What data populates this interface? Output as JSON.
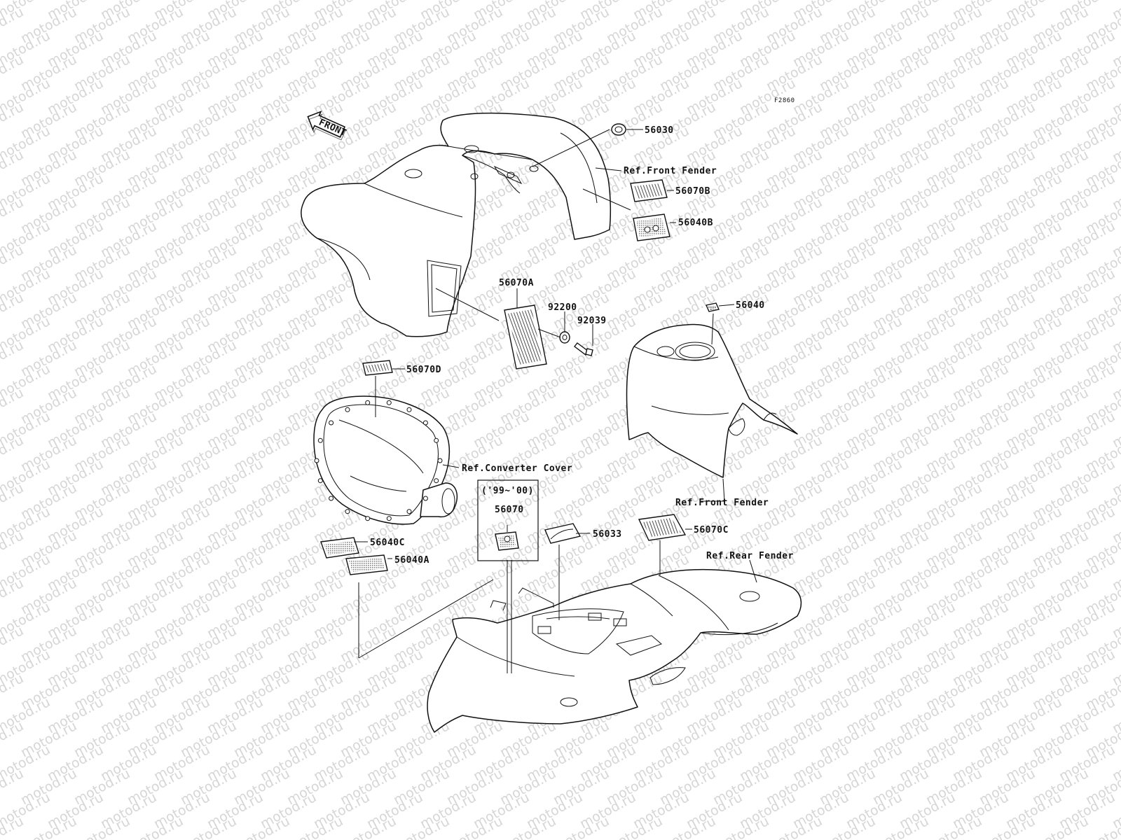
{
  "figure_code": "F2860",
  "front_arrow_label": "FRONT",
  "watermark_text": "motod.ru",
  "callouts": {
    "p56030": "56030",
    "ref_front_fender_top": "Ref.Front Fender",
    "p56070B": "56070B",
    "p56040B": "56040B",
    "p56070A": "56070A",
    "p92200": "92200",
    "p92039": "92039",
    "p56040": "56040",
    "p56070D": "56070D",
    "ref_converter_cover": "Ref.Converter Cover",
    "years": "('99~'00)",
    "p56070": "56070",
    "ref_front_fender_mid": "Ref.Front Fender",
    "p56040C": "56040C",
    "p56040A": "56040A",
    "p56033": "56033",
    "p56070C": "56070C",
    "ref_rear_fender": "Ref.Rear Fender"
  }
}
